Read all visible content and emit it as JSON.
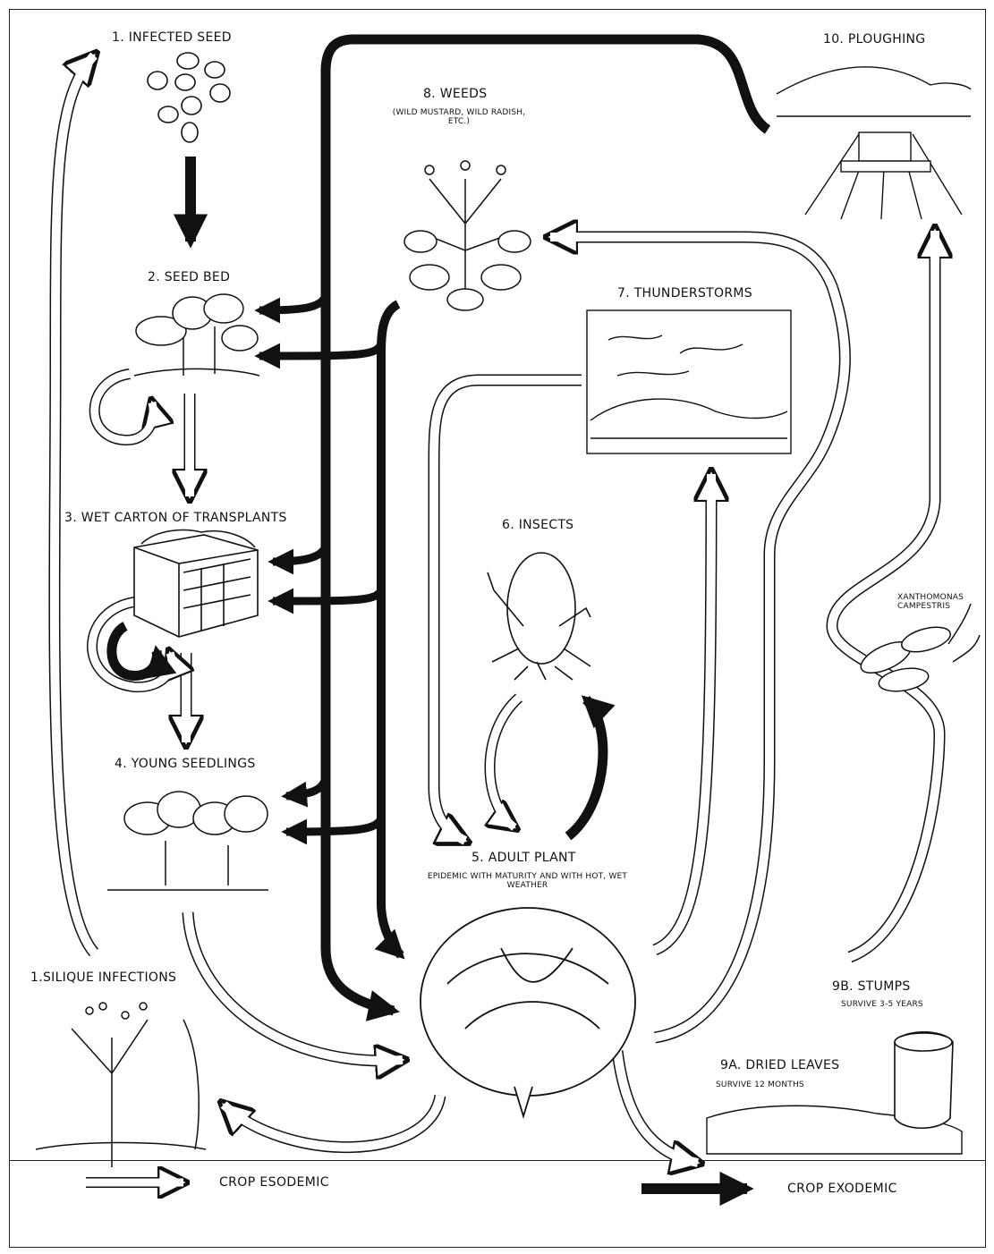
{
  "stages": {
    "infected_seed": "1. INFECTED SEED",
    "seed_bed": "2. SEED BED",
    "wet_carton": "3. WET CARTON OF TRANSPLANTS",
    "young_seedlings": "4. YOUNG SEEDLINGS",
    "adult_plant": "5. ADULT PLANT",
    "adult_plant_note": "EPIDEMIC WITH MATURITY AND WITH HOT, WET WEATHER",
    "insects": "6. INSECTS",
    "thunderstorms": "7. THUNDERSTORMS",
    "weeds": "8. WEEDS",
    "weeds_note": "(WILD MUSTARD, WILD RADISH, ETC.)",
    "silique_infections": "1.SILIQUE INFECTIONS",
    "dried_leaves": "9A. DRIED LEAVES",
    "dried_leaves_note": "SURVIVE 12 MONTHS",
    "stumps": "9B. STUMPS",
    "stumps_note": "SURVIVE 3-5 YEARS",
    "ploughing": "10. PLOUGHING",
    "pathogen": "XANTHOMONAS CAMPESTRIS"
  },
  "legend": {
    "endemic_label": "CROP ESODEMIC",
    "exodemic_label": "CROP EXODEMIC"
  },
  "colors": {
    "ink": "#111111",
    "paper": "#ffffff"
  }
}
